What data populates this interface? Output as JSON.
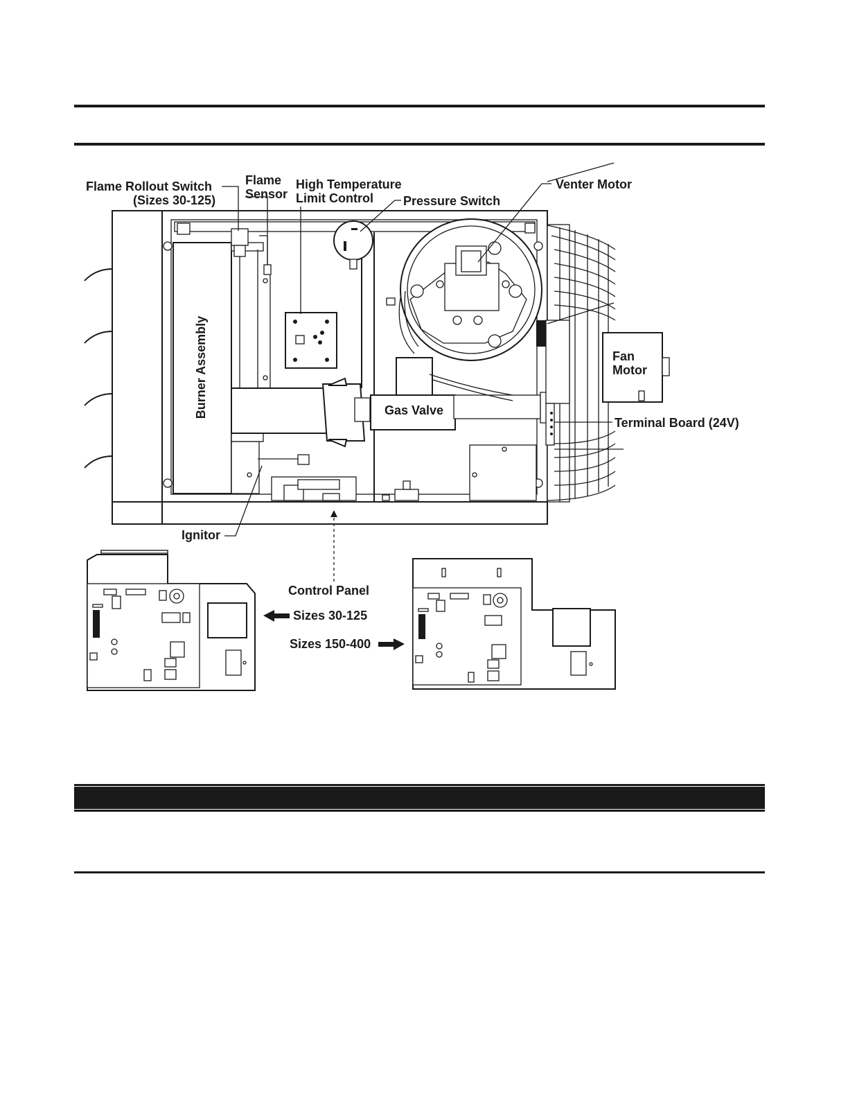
{
  "labels": {
    "flame_rollout_switch": "Flame Rollout Switch",
    "flame_rollout_sizes": "(Sizes 30-125)",
    "flame_sensor_1": "Flame",
    "flame_sensor_2": "Sensor",
    "high_temp_1": "High Temperature",
    "high_temp_2": "Limit Control",
    "pressure_switch": "Pressure Switch",
    "venter_motor": "Venter Motor",
    "fan_motor_1": "Fan",
    "fan_motor_2": "Motor",
    "terminal_board": "Terminal Board (24V)",
    "burner_assembly": "Burner Assembly",
    "gas_valve": "Gas Valve",
    "ignitor": "Ignitor",
    "control_panel": "Control Panel",
    "sizes_30_125": "Sizes 30-125",
    "sizes_150_400": "Sizes 150-400"
  },
  "colors": {
    "ink": "#1a1a1a",
    "paper": "#ffffff"
  }
}
